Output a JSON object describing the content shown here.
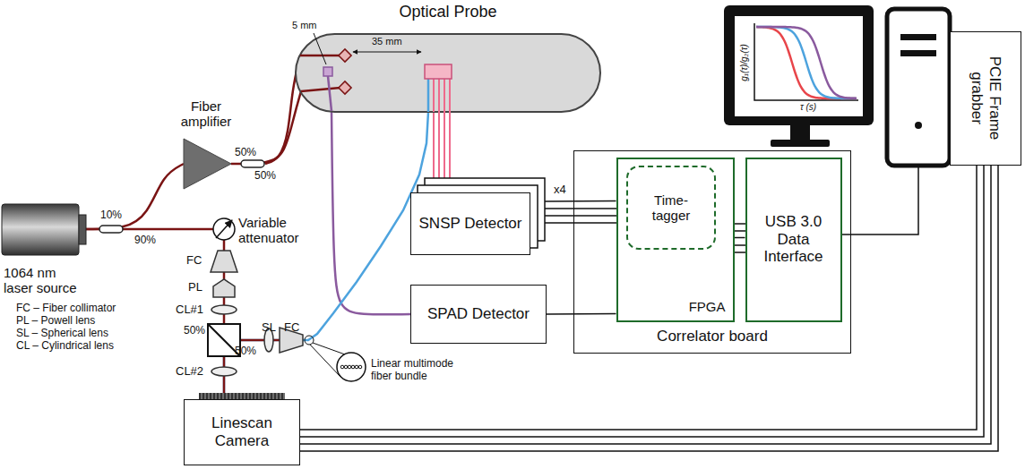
{
  "diagram": {
    "nodes": [
      {
        "text": [
          "Optical Probe"
        ]
      },
      {
        "text": [
          "Fiber amplifier"
        ]
      },
      {
        "text": [
          "1064 nm laser source"
        ]
      },
      {
        "text": [
          "Variable attenuator"
        ]
      },
      {
        "text": [
          "SNSP Detector"
        ]
      },
      {
        "text": [
          "SPAD Detector"
        ]
      },
      {
        "text": [
          "Correlator board"
        ]
      },
      {
        "text": [
          "FPGA"
        ],
        "in": 6
      },
      {
        "text": [
          "Time-tagger"
        ],
        "in": 7
      },
      {
        "text": [
          "USB 3.0 Data Interface"
        ],
        "in": 6
      },
      {
        "text": [
          "PCIE Frame grabber"
        ]
      },
      {
        "text": [
          "Linescan Camera"
        ]
      }
    ],
    "edges": [
      {
        "from": 2,
        "to": 1,
        "arrow": "none"
      },
      {
        "from": 2,
        "to": 3,
        "arrow": "none"
      },
      {
        "from": 1,
        "to": 0,
        "arrow": "none"
      },
      {
        "from": 0,
        "to": 4,
        "arrow": "none"
      },
      {
        "from": 0,
        "to": 5,
        "arrow": "none"
      },
      {
        "from": 0,
        "to": 11,
        "arrow": "none"
      },
      {
        "from": 3,
        "to": 11,
        "arrow": "none"
      },
      {
        "from": 4,
        "to": 7,
        "arrow": "none"
      },
      {
        "from": 5,
        "to": 7,
        "arrow": "none"
      },
      {
        "from": 7,
        "to": 9,
        "arrow": "none"
      },
      {
        "from": 11,
        "to": 10,
        "arrow": "none"
      }
    ],
    "labels": [
      "5 mm",
      "35 mm",
      "10%",
      "90%",
      "50%",
      "50%",
      "FC – Fiber collimator",
      "PL – Powell lens",
      "SL – Spherical lens",
      "CL – Cylindrical lens",
      "FC",
      "PL",
      "CL#1",
      "50%",
      "SL",
      "FC",
      "50%",
      "Linear multimode fiber bundle",
      "CL#2",
      "x4",
      "g₁(τ)/g₂(τ)",
      "τ (s)"
    ]
  }
}
